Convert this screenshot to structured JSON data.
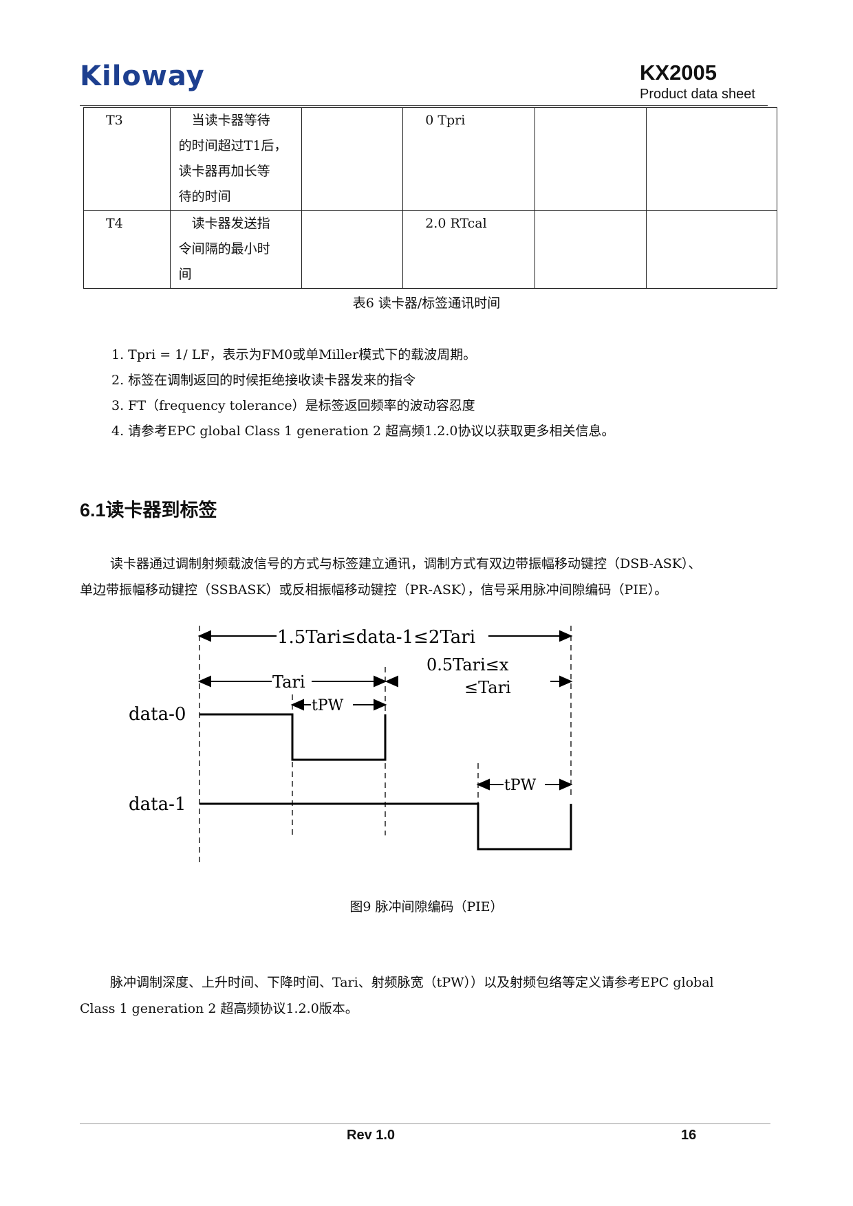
{
  "header": {
    "logo_text": "Kiloway",
    "product": "KX2005",
    "subtitle": "Product data sheet",
    "logo_color": "#1d3f8f"
  },
  "table": {
    "rows": [
      {
        "param": "T3",
        "desc": [
          "当读卡器等待",
          "的时间超过T1后，",
          "读卡器再加长等",
          "待的时间"
        ],
        "min": "",
        "nominal": "0 Tpri",
        "max": "",
        "note": ""
      },
      {
        "param": "T4",
        "desc": [
          "读卡器发送指",
          "令间隔的最小时",
          "间"
        ],
        "min": "",
        "nominal": "2.0 RTcal",
        "max": "",
        "note": ""
      }
    ],
    "caption": "表6   读卡器/标签通讯时间"
  },
  "notes": [
    "1. Tpri = 1/ LF，表示为FM0或单Miller模式下的载波周期。",
    "2. 标签在调制返回的时候拒绝接收读卡器发来的指令",
    "3. FT（frequency tolerance）是标签返回频率的波动容忍度",
    "4. 请参考EPC global Class 1 generation 2 超高频1.2.0协议以获取更多相关信息。"
  ],
  "section": {
    "heading": "6.1读卡器到标签",
    "intro_line1": "读卡器通过调制射频载波信号的方式与标签建立通讯，调制方式有双边带振幅移动键控（DSB-ASK）、",
    "intro_line2": "单边带振幅移动键控（SSBASK）或反相振幅移动键控（PR-ASK），信号采用脉冲间隙编码（PIE）。"
  },
  "diagram": {
    "data1_span": "1.5Tari≤data-1≤2Tari",
    "tari": "Tari",
    "x_range_line1": "0.5Tari≤x",
    "x_range_line2": "≤Tari",
    "tpw_0": "tPW",
    "tpw_1": "tPW",
    "label_data0": "data-0",
    "label_data1": "data-1",
    "caption": "图9   脉冲间隙编码（PIE）"
  },
  "closing": {
    "line1": "脉冲调制深度、上升时间、下降时间、Tari、射频脉宽（tPW））以及射频包络等定义请参考EPC global",
    "line2": "Class 1 generation 2 超高频协议1.2.0版本。"
  },
  "footer": {
    "rev": "Rev 1.0",
    "page": "16"
  }
}
